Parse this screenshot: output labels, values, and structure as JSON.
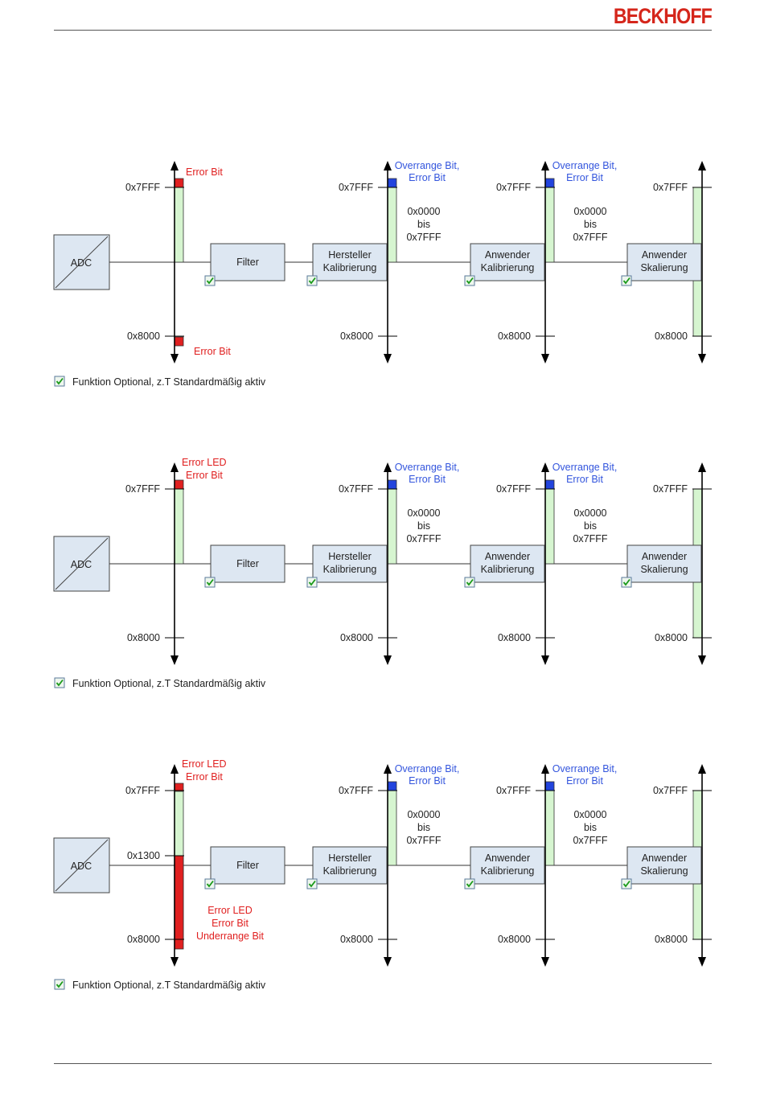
{
  "header": {
    "brand": "BECKHOFF"
  },
  "colors": {
    "brand": "#d5261b",
    "error": "#e02020",
    "overrange": "#3355dd",
    "green": "#d6f5d0",
    "box": "#dde7f2",
    "blue_fill": "#2244dd"
  },
  "icons": [
    "adc-icon",
    "checkbox-checked-icon"
  ],
  "diagrams": [
    {
      "adc": "ADC",
      "blocks": [
        {
          "line1": "Filter",
          "line2": ""
        },
        {
          "line1": "Hersteller",
          "line2": "Kalibrierung"
        },
        {
          "line1": "Anwender",
          "line2": "Kalibrierung"
        },
        {
          "line1": "Anwender",
          "line2": "Skalierung"
        }
      ],
      "axes": [
        {
          "top": "0x7FFF",
          "bottom": "0x8000"
        },
        {
          "top": "0x7FFF",
          "bottom": "0x8000"
        },
        {
          "top": "0x7FFF",
          "bottom": "0x8000"
        },
        {
          "top": "0x7FFF",
          "bottom": "0x8000"
        }
      ],
      "first_top_label": [
        "Error Bit"
      ],
      "first_bottom_label": [
        "Error Bit"
      ],
      "overrange_labels": [
        [
          "Overrange Bit,",
          "Error Bit"
        ],
        [
          "Overrange Bit,",
          "Error Bit"
        ]
      ],
      "range_labels": [
        [
          "0x0000",
          "bis",
          "0x7FFF"
        ],
        [
          "0x0000",
          "bis",
          "0x7FFF"
        ]
      ],
      "legend": "Funktion Optional, z.T Standardmäßig aktiv"
    },
    {
      "adc": "ADC",
      "blocks": [
        {
          "line1": "Filter",
          "line2": ""
        },
        {
          "line1": "Hersteller",
          "line2": "Kalibrierung"
        },
        {
          "line1": "Anwender",
          "line2": "Kalibrierung"
        },
        {
          "line1": "Anwender",
          "line2": "Skalierung"
        }
      ],
      "axes": [
        {
          "top": "0x7FFF",
          "bottom": "0x8000"
        },
        {
          "top": "0x7FFF",
          "bottom": "0x8000"
        },
        {
          "top": "0x7FFF",
          "bottom": "0x8000"
        },
        {
          "top": "0x7FFF",
          "bottom": "0x8000"
        }
      ],
      "first_top_label": [
        "Error LED",
        "Error Bit"
      ],
      "overrange_labels": [
        [
          "Overrange Bit,",
          "Error Bit"
        ],
        [
          "Overrange Bit,",
          "Error Bit"
        ]
      ],
      "range_labels": [
        [
          "0x0000",
          "bis",
          "0x7FFF"
        ],
        [
          "0x0000",
          "bis",
          "0x7FFF"
        ]
      ],
      "legend": "Funktion Optional, z.T Standardmäßig aktiv"
    },
    {
      "adc": "ADC",
      "blocks": [
        {
          "line1": "Filter",
          "line2": ""
        },
        {
          "line1": "Hersteller",
          "line2": "Kalibrierung"
        },
        {
          "line1": "Anwender",
          "line2": "Kalibrierung"
        },
        {
          "line1": "Anwender",
          "line2": "Skalierung"
        }
      ],
      "axes": [
        {
          "top": "0x7FFF",
          "bottom": "0x8000"
        },
        {
          "top": "0x7FFF",
          "bottom": "0x8000"
        },
        {
          "top": "0x7FFF",
          "bottom": "0x8000"
        },
        {
          "top": "0x7FFF",
          "bottom": "0x8000"
        }
      ],
      "first_top_label": [
        "Error LED",
        "Error Bit"
      ],
      "threshold_label": "0x1300",
      "underrange_labels": [
        "Error LED",
        "Error Bit",
        "Underrange Bit"
      ],
      "overrange_labels": [
        [
          "Overrange Bit,",
          "Error Bit"
        ],
        [
          "Overrange Bit,",
          "Error Bit"
        ]
      ],
      "range_labels": [
        [
          "0x0000",
          "bis",
          "0x7FFF"
        ],
        [
          "0x0000",
          "bis",
          "0x7FFF"
        ]
      ],
      "legend": "Funktion Optional, z.T Standardmäßig aktiv"
    }
  ]
}
